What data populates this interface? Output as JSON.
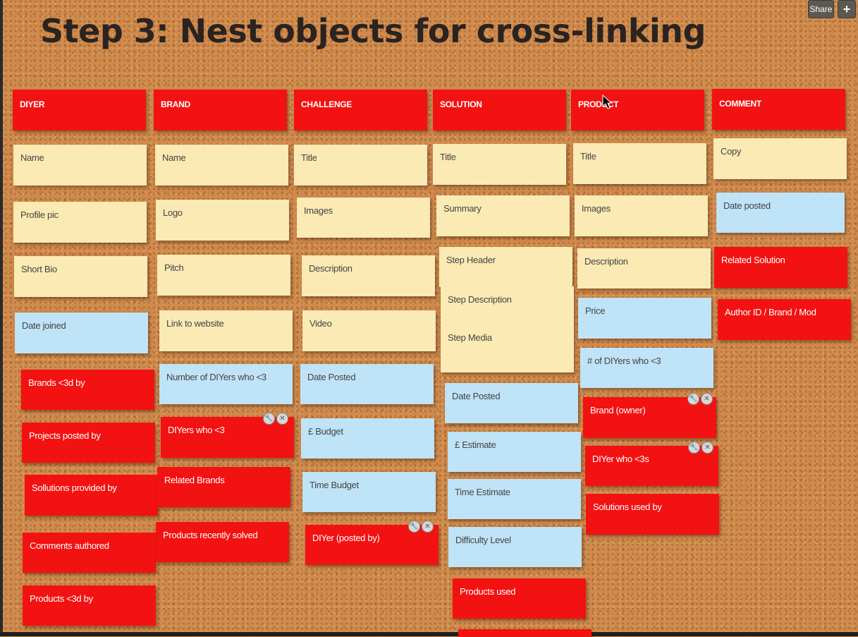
{
  "title": "Step 3: Nest objects for cross-linking",
  "toolbar": {
    "share_label": "Share",
    "add_label": "+"
  },
  "columns": [
    {
      "header": "DIYer",
      "notes": [
        "Name",
        "Profile pic",
        "Short Bio",
        "Date joined",
        "Brands <3d by",
        "Projects posted by",
        "Sollutions provided by",
        "Comments authored",
        "Products <3d by"
      ]
    },
    {
      "header": "BRAND",
      "notes": [
        "Name",
        "Logo",
        "Pitch",
        "Link to website",
        "Number of DIYers who <3",
        "DIYers who <3",
        "Related Brands",
        "Products recently solved"
      ]
    },
    {
      "header": "CHALLENGE",
      "notes": [
        "Title",
        "Images",
        "Description",
        "Video",
        "Date Posted",
        "£ Budget",
        "Time Budget",
        "DIYer (posted by)"
      ]
    },
    {
      "header": "SOLUTION",
      "notes": [
        "Title",
        "Summary",
        "Step Header",
        "Step Description",
        "Step Media",
        "Date Posted",
        "£ Estimate",
        "Time Estimate",
        "Difficulty Level",
        "Products used"
      ]
    },
    {
      "header": "PRODUCT",
      "notes": [
        "Title",
        "Images",
        "Description",
        "Price",
        "# of DIYers who <3",
        "Brand (owner)",
        "DIYer who <3s",
        "Solutions used by"
      ]
    },
    {
      "header": "COMMENT",
      "notes": [
        "Copy",
        "Date posted",
        "Related Solution",
        "Author ID / Brand / Mod"
      ]
    }
  ],
  "note_tools": {
    "edit_icon": "wrench-icon",
    "delete_icon": "close-icon"
  },
  "colors": {
    "red": "#f21212",
    "yellow": "#fbeab4",
    "blue": "#bfe3f7",
    "cork": "#cf8a4c"
  }
}
